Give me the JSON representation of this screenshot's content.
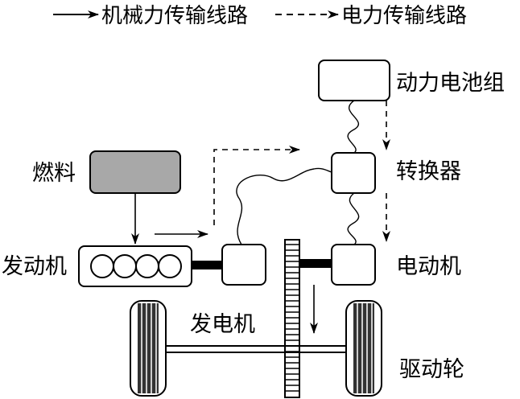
{
  "legend": {
    "mechanical": "机械力传输线路",
    "electrical": "电力传输线路"
  },
  "labels": {
    "battery": "动力电池组",
    "converter": "转换器",
    "fuel": "燃料",
    "engine": "发动机",
    "motor": "电动机",
    "generator": "发电机",
    "drive_wheel": "驱动轮"
  },
  "colors": {
    "stroke": "#000000",
    "fuel_fill": "#a8a8a8",
    "background": "#ffffff"
  }
}
